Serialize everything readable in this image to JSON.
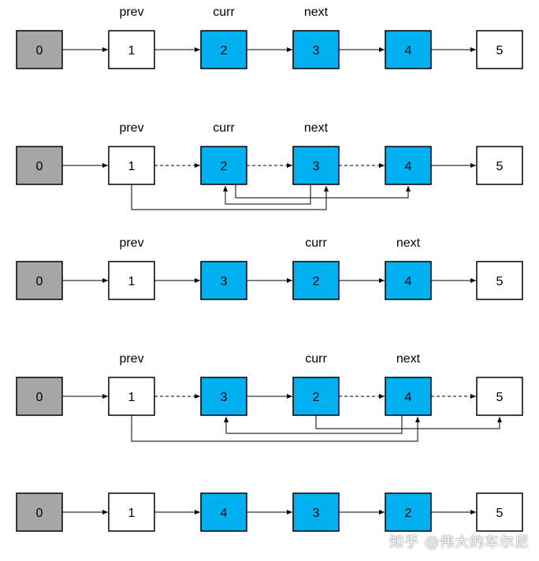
{
  "colors": {
    "gray_fill": "#a6a6a6",
    "white_fill": "#ffffff",
    "blue_fill": "#00b0f0",
    "stroke": "#000000"
  },
  "steps": [
    {
      "nodes": [
        {
          "label": "0",
          "fill": "gray"
        },
        {
          "label": "1",
          "fill": "white"
        },
        {
          "label": "2",
          "fill": "blue"
        },
        {
          "label": "3",
          "fill": "blue"
        },
        {
          "label": "4",
          "fill": "blue"
        },
        {
          "label": "5",
          "fill": "white"
        }
      ],
      "links": [
        "solid",
        "solid",
        "solid",
        "solid",
        "solid"
      ],
      "pointers": [
        {
          "label": "prev",
          "node": 1
        },
        {
          "label": "curr",
          "node": 2
        },
        {
          "label": "next",
          "node": 3
        }
      ]
    },
    {
      "nodes": [
        {
          "label": "0",
          "fill": "gray"
        },
        {
          "label": "1",
          "fill": "white"
        },
        {
          "label": "2",
          "fill": "blue"
        },
        {
          "label": "3",
          "fill": "blue"
        },
        {
          "label": "4",
          "fill": "blue"
        },
        {
          "label": "5",
          "fill": "white"
        }
      ],
      "links": [
        "solid",
        "dashed",
        "dashed",
        "dashed",
        "solid"
      ],
      "pointers": [
        {
          "label": "prev",
          "node": 1
        },
        {
          "label": "curr",
          "node": 2
        },
        {
          "label": "next",
          "node": 3
        }
      ]
    },
    {
      "nodes": [
        {
          "label": "0",
          "fill": "gray"
        },
        {
          "label": "1",
          "fill": "white"
        },
        {
          "label": "3",
          "fill": "blue"
        },
        {
          "label": "2",
          "fill": "blue"
        },
        {
          "label": "4",
          "fill": "blue"
        },
        {
          "label": "5",
          "fill": "white"
        }
      ],
      "links": [
        "solid",
        "solid",
        "solid",
        "solid",
        "solid"
      ],
      "pointers": [
        {
          "label": "prev",
          "node": 1
        },
        {
          "label": "curr",
          "node": 3
        },
        {
          "label": "next",
          "node": 4
        }
      ]
    },
    {
      "nodes": [
        {
          "label": "0",
          "fill": "gray"
        },
        {
          "label": "1",
          "fill": "white"
        },
        {
          "label": "3",
          "fill": "blue"
        },
        {
          "label": "2",
          "fill": "blue"
        },
        {
          "label": "4",
          "fill": "blue"
        },
        {
          "label": "5",
          "fill": "white"
        }
      ],
      "links": [
        "solid",
        "dashed",
        "solid",
        "dashed",
        "dashed"
      ],
      "pointers": [
        {
          "label": "prev",
          "node": 1
        },
        {
          "label": "curr",
          "node": 3
        },
        {
          "label": "next",
          "node": 4
        }
      ]
    },
    {
      "nodes": [
        {
          "label": "0",
          "fill": "gray"
        },
        {
          "label": "1",
          "fill": "white"
        },
        {
          "label": "4",
          "fill": "blue"
        },
        {
          "label": "3",
          "fill": "blue"
        },
        {
          "label": "2",
          "fill": "blue"
        },
        {
          "label": "5",
          "fill": "white"
        }
      ],
      "links": [
        "solid",
        "solid",
        "solid",
        "solid",
        "solid"
      ],
      "pointers": []
    }
  ],
  "watermark": "知乎 @伟大的车尔尼"
}
